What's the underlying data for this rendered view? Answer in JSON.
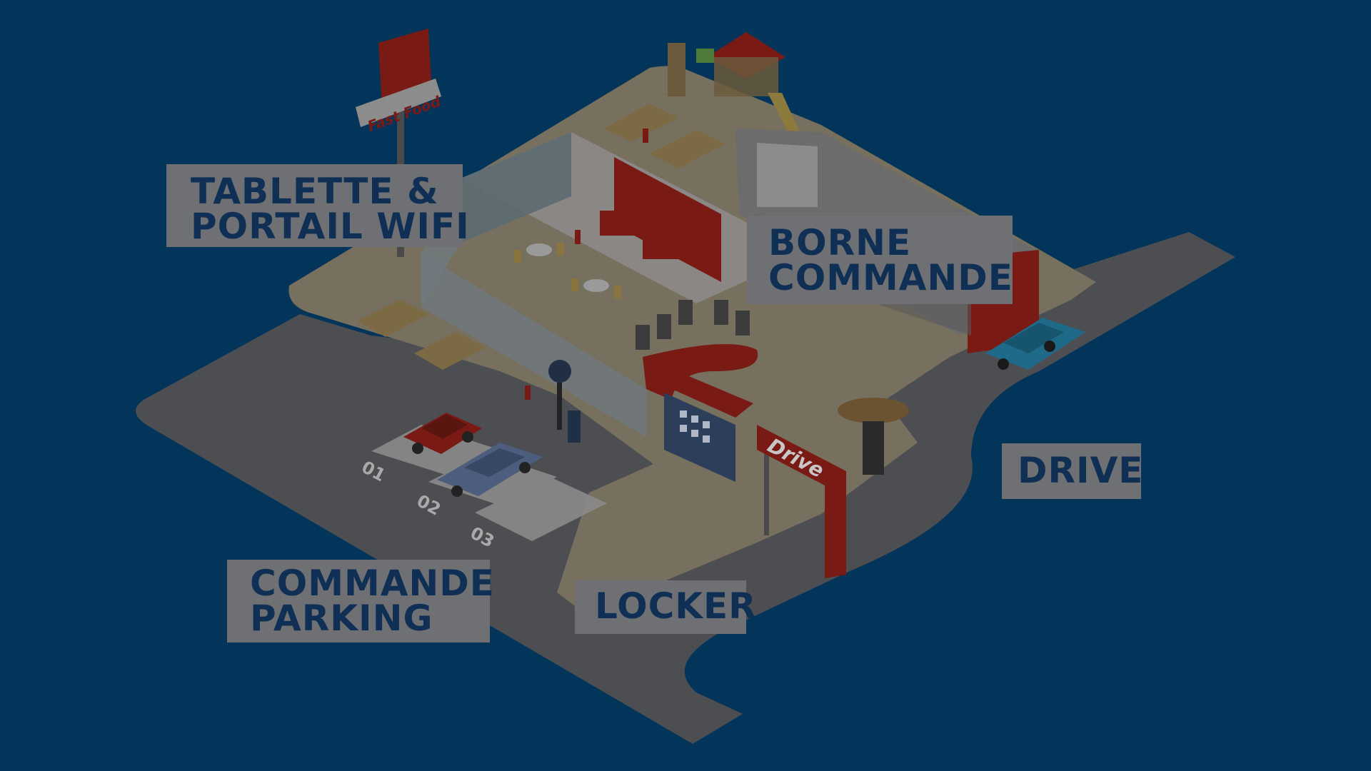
{
  "sign": {
    "text": "Fast Food"
  },
  "drive_sign": {
    "text": "Drive"
  },
  "parking": {
    "spots": [
      "01",
      "02",
      "03"
    ]
  },
  "labels": {
    "tablette": {
      "line1": "TABLETTE &",
      "line2": "PORTAIL WIFI"
    },
    "borne": {
      "line1": "BORNE",
      "line2": "COMMANDE"
    },
    "drive": {
      "line1": "DRIVE"
    },
    "commande_parking": {
      "line1": "COMMANDE",
      "line2": "PARKING"
    },
    "locker": {
      "line1": "LOCKER"
    }
  },
  "colors": {
    "background": "#03355b",
    "label_bg": "#6f7073",
    "label_text": "#0f2f55",
    "asphalt": "#4d4e52",
    "ground": "#77705f",
    "brand_red": "#7a1a14"
  }
}
